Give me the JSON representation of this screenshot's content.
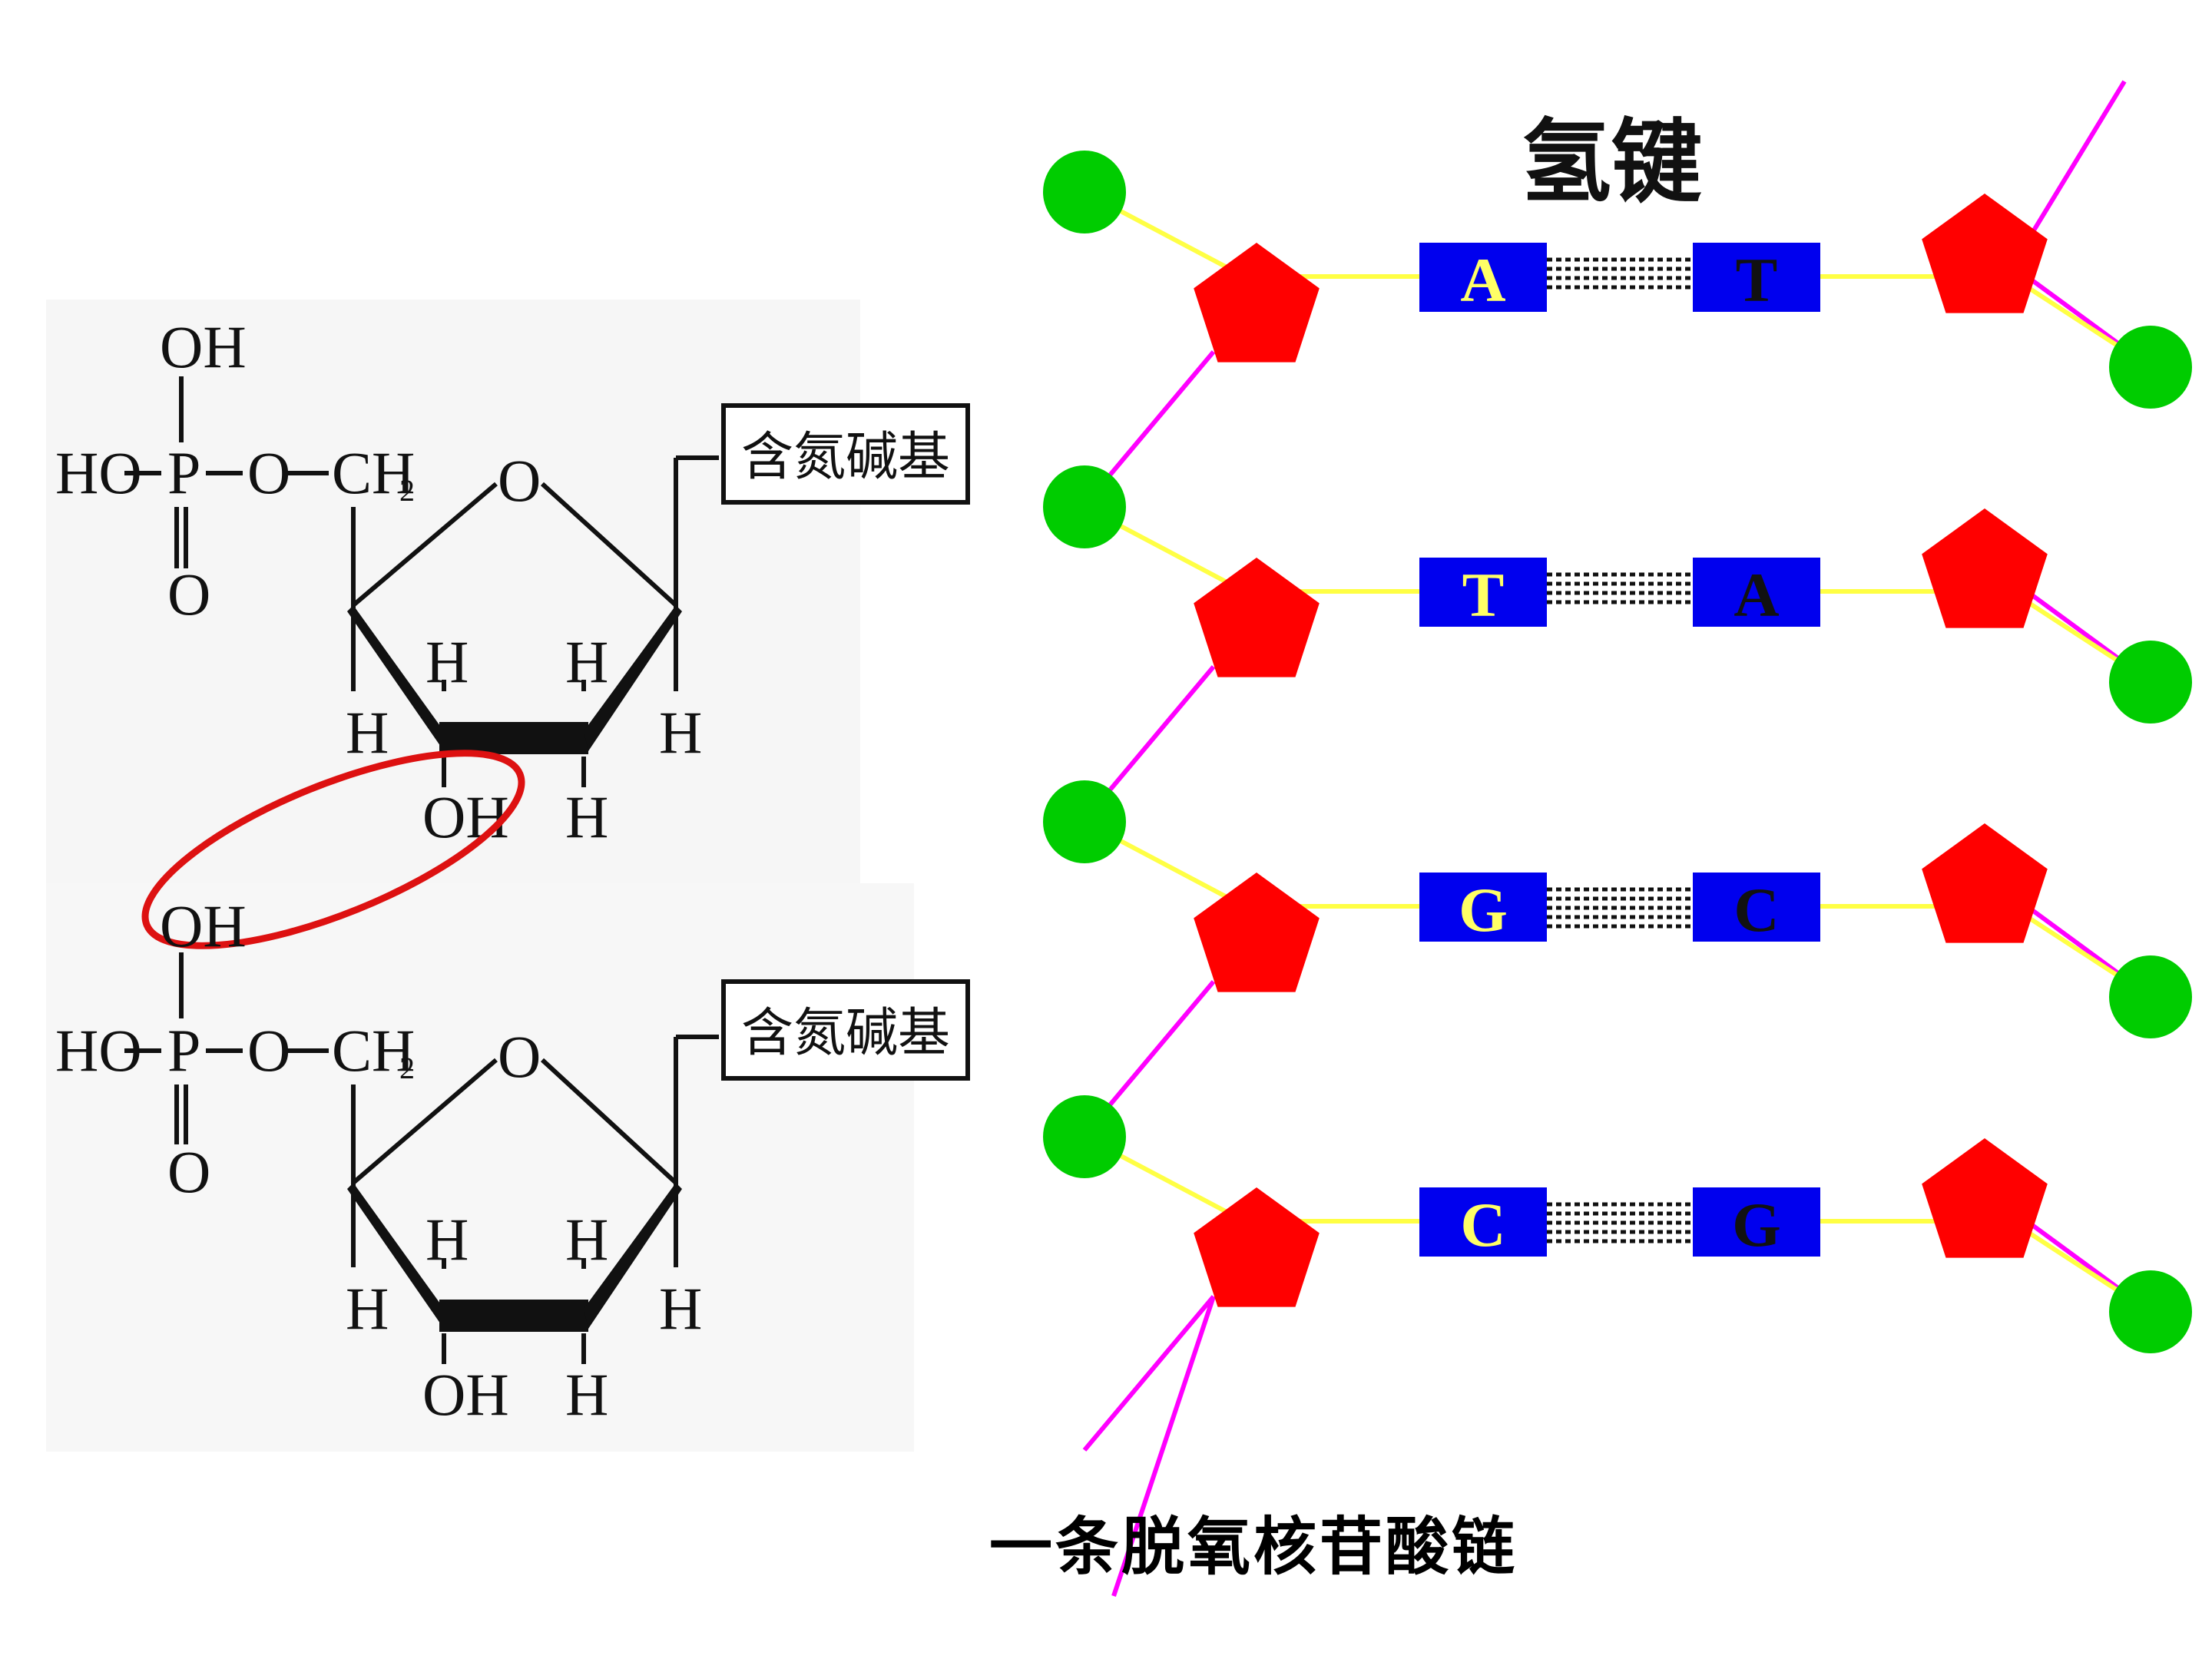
{
  "labels": {
    "hydrogen_bond": "氢键",
    "chain_caption": "一条脱氧核苷酸链",
    "base_box": "含氮碱基"
  },
  "structure": {
    "oh": "OH",
    "ho": "HO",
    "p": "P",
    "o": "O",
    "ch": "CH",
    "sub2": "2",
    "h": "H"
  },
  "base_pairs": [
    {
      "left": "A",
      "right": "T"
    },
    {
      "left": "T",
      "right": "A"
    },
    {
      "left": "G",
      "right": "C"
    },
    {
      "left": "C",
      "right": "G"
    }
  ],
  "colors": {
    "phosphate": "#00cc00",
    "sugar": "#ff0000",
    "base_box": "#0000ee",
    "left_base_text": "#ffff66",
    "right_base_text": "#111111",
    "backbone": "#ff00ff",
    "connector": "#ffff44",
    "highlight_ellipse": "#dd1111"
  }
}
